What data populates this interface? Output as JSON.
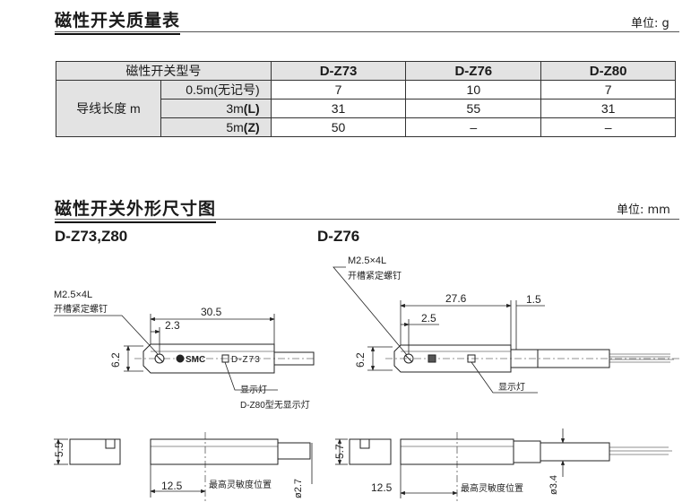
{
  "mass_section": {
    "title": "磁性开关质量表",
    "unit": "单位: g",
    "table": {
      "corner_label": "磁性开关型号",
      "models": [
        "D-Z73",
        "D-Z76",
        "D-Z80"
      ],
      "group_label": "导线长度 m",
      "rows": [
        {
          "length_main": "0.5m",
          "length_suffix": "(无记号)",
          "values": [
            "7",
            "10",
            "7"
          ]
        },
        {
          "length_main": "3m",
          "length_suffix": "(L)",
          "values": [
            "31",
            "55",
            "31"
          ]
        },
        {
          "length_main": "5m",
          "length_suffix": "(Z)",
          "values": [
            "50",
            "–",
            "–"
          ]
        }
      ]
    }
  },
  "dimension_section": {
    "title": "磁性开关外形尺寸图",
    "unit": "单位: mm",
    "left": {
      "model": "D-Z73,Z80",
      "screw_spec": "M2.5×4L",
      "screw_label": "开槽紧定螺钉",
      "dim_overall": "30.5",
      "dim_offset": "2.3",
      "dim_height": "6.2",
      "dim_side_height": "5.5",
      "dim_position": "12.5",
      "dim_cable": "ø2.7",
      "brand": "SMC",
      "body_marking": "D-Z73",
      "indicator_label": "显示灯",
      "indicator_note": "D-Z80型无显示灯",
      "sensing_label": "最高灵敏度位置"
    },
    "right": {
      "model": "D-Z76",
      "screw_spec": "M2.5×4L",
      "screw_label": "开槽紧定螺钉",
      "dim_overall": "27.6",
      "dim_tail": "1.5",
      "dim_offset": "2.5",
      "dim_height": "6.2",
      "dim_side_height": "5.7",
      "dim_position": "12.5",
      "dim_cable": "ø3.4",
      "indicator_label": "显示灯",
      "sensing_label": "最高灵敏度位置"
    }
  }
}
